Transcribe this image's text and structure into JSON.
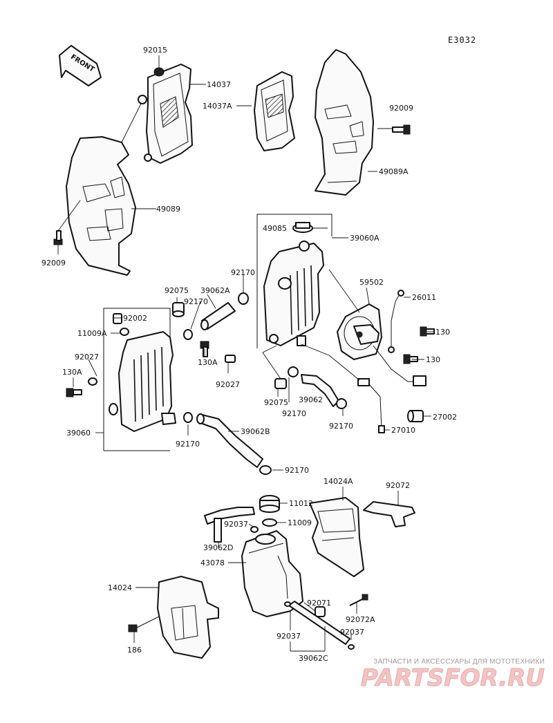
{
  "diagram_code": "E3032",
  "front_marker": "FRONT",
  "labels": {
    "p92015": "92015",
    "p14037": "14037",
    "p14037A": "14037A",
    "p92009_right": "92009",
    "p49089A": "49089A",
    "p49089": "49089",
    "p92009_left": "92009",
    "p49085": "49085",
    "p39060A": "39060A",
    "p92170_a": "92170",
    "p59502": "59502",
    "p26011": "26011",
    "p92075_a": "92075",
    "p39062A": "39062A",
    "p92170_b": "92170",
    "p92002": "92002",
    "p11009A": "11009A",
    "p130_a": "130",
    "p130_b": "130",
    "p92027_a": "92027",
    "p130A_a": "130A",
    "p130A_b": "130A",
    "p92027_b": "92027",
    "p92075_b": "92075",
    "p39062": "39062",
    "p92170_c": "92170",
    "p27002": "27002",
    "p92170_d": "92170",
    "p27010": "27010",
    "p39060": "39060",
    "p92170_e": "92170",
    "p39062B": "39062B",
    "p92170_f": "92170",
    "p14024A": "14024A",
    "p92072": "92072",
    "p11012": "11012",
    "p92037_a": "92037",
    "p11009": "11009",
    "p39062D": "39062D",
    "p43078": "43078",
    "p14024": "14024",
    "p92071": "92071",
    "p92072A": "92072A",
    "p186": "186",
    "p92037_b": "92037",
    "p92037_c": "92037",
    "p39062C": "39062C"
  },
  "watermark": {
    "tagline": "ЗАПЧАСТИ И АКСЕССУАРЫ ДЛЯ МОТОТЕХНИКИ",
    "brand": "PARTSFOR.RU"
  }
}
